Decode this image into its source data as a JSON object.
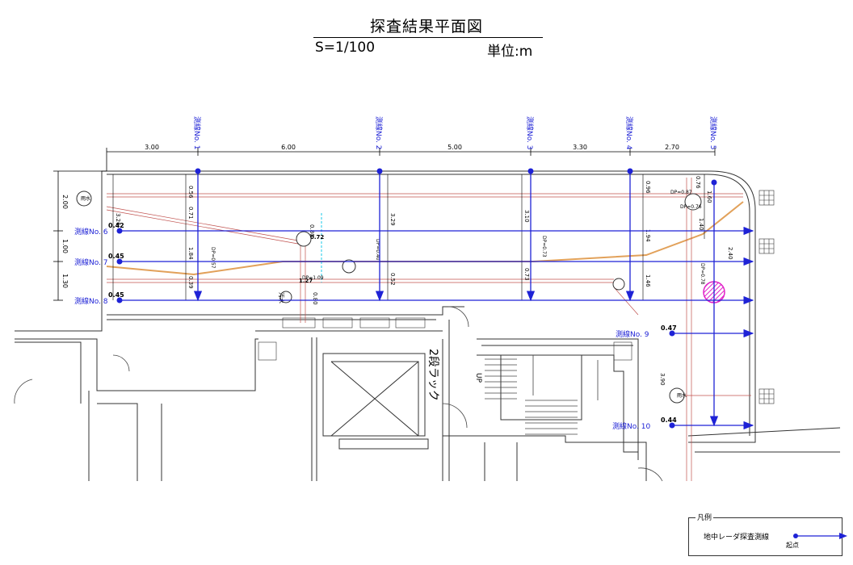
{
  "header": {
    "title": "探査結果平面図",
    "scale": "S=1/100",
    "unit": "単位:m"
  },
  "survey_lines_vertical": [
    {
      "label": "測線No. 1"
    },
    {
      "label": "測線No. 2"
    },
    {
      "label": "測線No. 3"
    },
    {
      "label": "測線No. 4"
    },
    {
      "label": "測線No. 5"
    }
  ],
  "survey_lines_horizontal": [
    {
      "label": "測線No. 6",
      "start": "0.42"
    },
    {
      "label": "測線No. 7",
      "start": "0.45"
    },
    {
      "label": "測線No. 8",
      "start": "0.45"
    },
    {
      "label": "測線No. 9",
      "start": "0.47"
    },
    {
      "label": "測線No. 10",
      "start": "0.44"
    }
  ],
  "top_dimensions": [
    "3.00",
    "6.00",
    "5.00",
    "3.30",
    "2.70"
  ],
  "left_dimensions": [
    "2.00",
    "1.00",
    "1.30"
  ],
  "depth_labels": {
    "line1": [
      "0.56",
      "0.71",
      "1.84",
      "0.39",
      "3.26"
    ],
    "line2": [
      "3.29",
      "0.52"
    ],
    "line3": [
      "3.10",
      "0.73"
    ],
    "line4": [
      "0.96",
      "1.94",
      "1.46"
    ],
    "line5": [
      "0.76",
      "1.60",
      "1.40",
      "2.40",
      "3.90"
    ],
    "misc": [
      "0.72",
      "0.80",
      "1.27",
      "0.80"
    ]
  },
  "dp_labels": [
    "DP=0.57",
    "DP=0.40",
    "DP=0.73",
    "DP=0.78",
    "DP=1.09",
    "DP=0.87",
    "DP=0.76"
  ],
  "utility_labels": [
    "雨水",
    "汚水",
    "2段ラック",
    "UP"
  ],
  "legend": {
    "title": "凡例",
    "item": "地中レーダ探査測線",
    "start": "起点"
  },
  "colors": {
    "survey_line": "#1e22d6",
    "pipe": "#e2a15a",
    "pipe_red": "#c0504d",
    "hatch": "#e020c8",
    "cable": "#18c8e8"
  }
}
